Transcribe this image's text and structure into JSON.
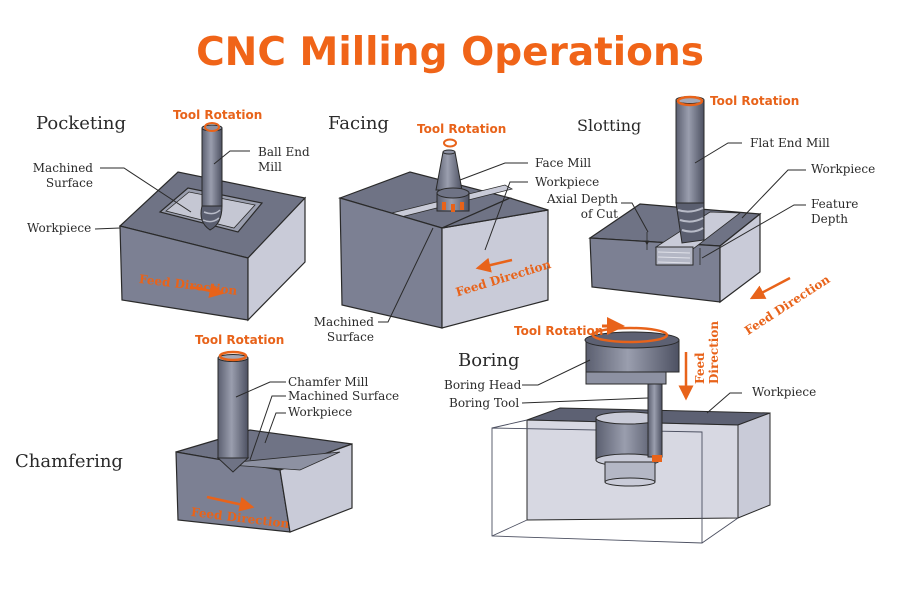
{
  "title": "CNC Milling Operations",
  "colors": {
    "accent": "#f06418",
    "workpiece_top": "#6f7385",
    "workpiece_front": "#7c8093",
    "workpiece_side": "#c9cbd8",
    "outline": "#2a2a2a"
  },
  "operations": {
    "pocketing": {
      "heading": "Pocketing",
      "tool_rotation": "Tool Rotation",
      "labels": {
        "ball_end_mill_1": "Ball End",
        "ball_end_mill_2": "Mill",
        "machined_surface_1": "Machined",
        "machined_surface_2": "Surface",
        "workpiece": "Workpiece"
      },
      "feed_direction": "Feed Direction"
    },
    "facing": {
      "heading": "Facing",
      "tool_rotation": "Tool Rotation",
      "labels": {
        "face_mill": "Face Mill",
        "workpiece": "Workpiece",
        "machined_surface_1": "Machined",
        "machined_surface_2": "Surface"
      },
      "feed_direction": "Feed Direction"
    },
    "slotting": {
      "heading": "Slotting",
      "tool_rotation": "Tool Rotation",
      "labels": {
        "flat_end_mill": "Flat End Mill",
        "workpiece": "Workpiece",
        "axial_depth_1": "Axial Depth",
        "axial_depth_2": "of Cut",
        "feature_depth_1": "Feature",
        "feature_depth_2": "Depth"
      },
      "feed_direction": "Feed Direction"
    },
    "chamfering": {
      "heading": "Chamfering",
      "tool_rotation": "Tool Rotation",
      "labels": {
        "chamfer_mill": "Chamfer Mill",
        "machined_surface": "Machined Surface",
        "workpiece": "Workpiece"
      },
      "feed_direction": "Feed Direction"
    },
    "boring": {
      "heading": "Boring",
      "tool_rotation": "Tool Rotation",
      "labels": {
        "boring_head": "Boring Head",
        "boring_tool": "Boring Tool",
        "workpiece": "Workpiece"
      },
      "feed_direction_1": "Feed",
      "feed_direction_2": "Direction"
    }
  }
}
